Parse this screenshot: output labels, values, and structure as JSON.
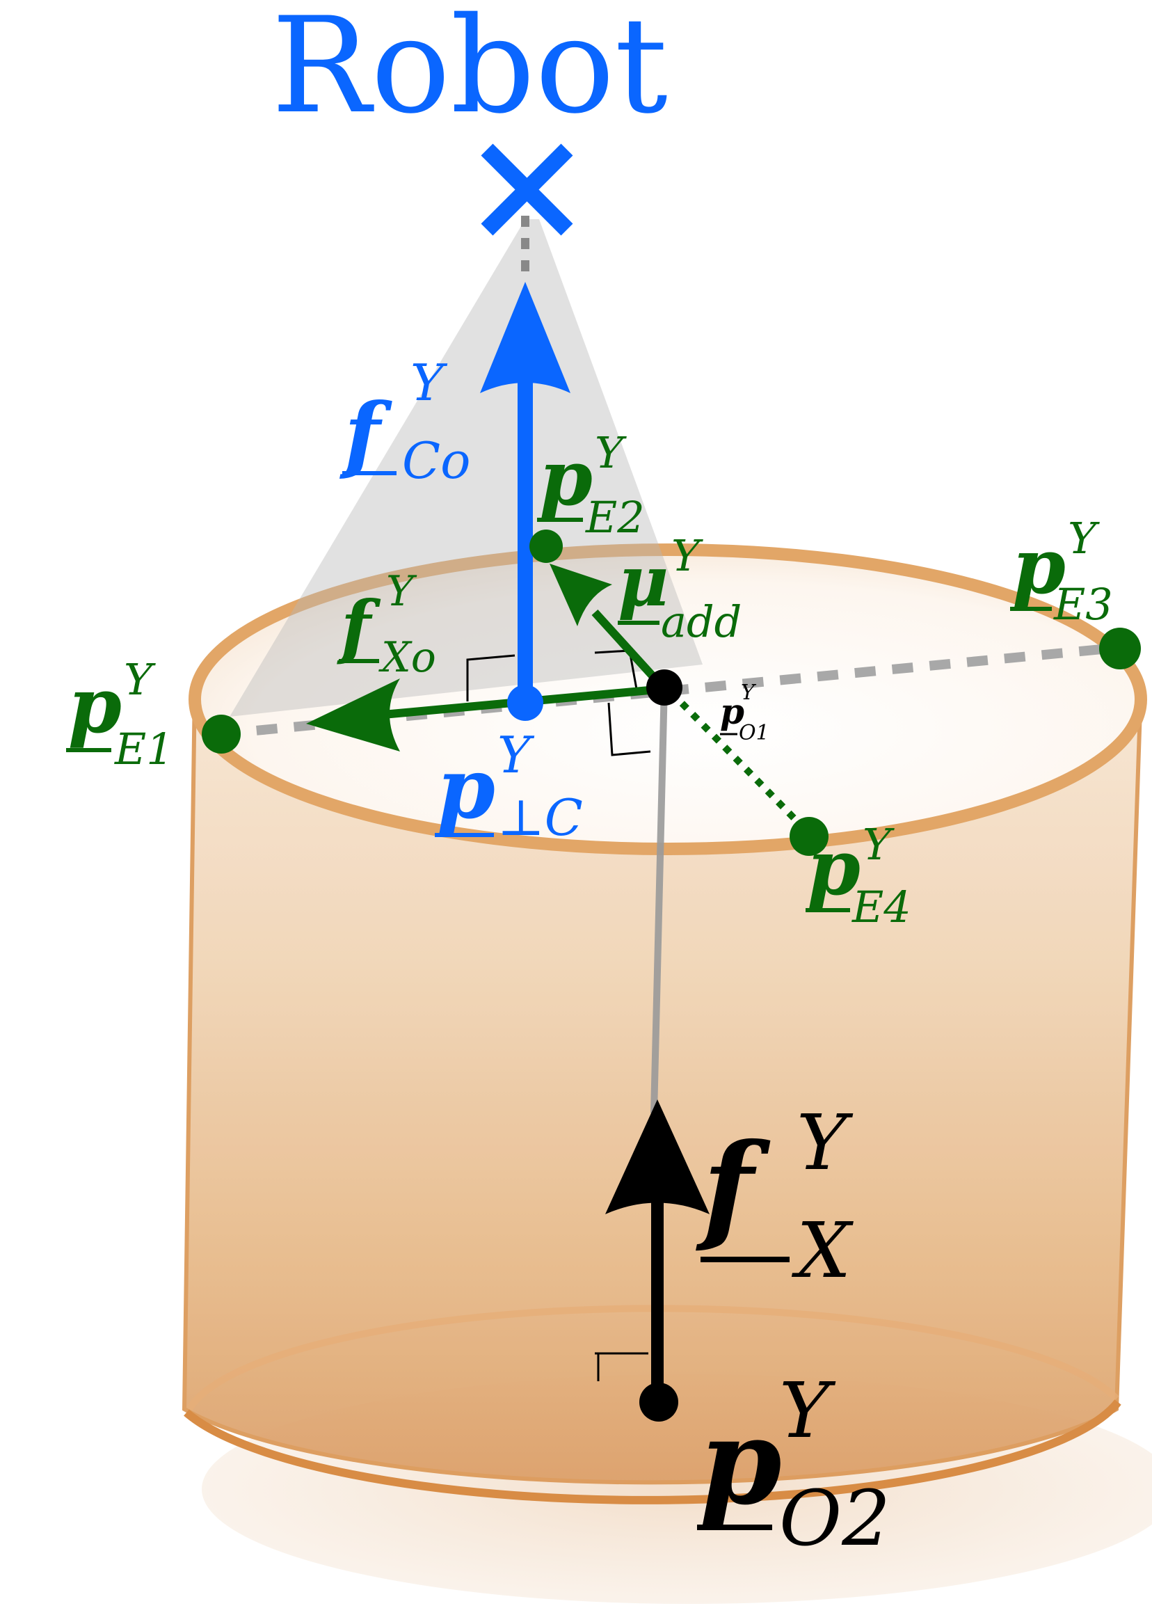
{
  "title": "Robot",
  "robot_marker": "×",
  "colors": {
    "robot_blue": "#0a66ff",
    "green": "#0a6b0a",
    "black": "#000000",
    "cylinder_fill": "#e8b07a",
    "cylinder_edge": "#dc9a5a",
    "cone_gray": "#b8b8b8",
    "dashed_gray": "#a8a8a8"
  },
  "labels": {
    "f_Co": {
      "base": "f",
      "sup": "Y",
      "sub": "Co"
    },
    "f_Xo": {
      "base": "f",
      "sup": "Y",
      "sub": "Xo"
    },
    "p_E1": {
      "base": "p",
      "sup": "Y",
      "sub": "E1"
    },
    "p_E2": {
      "base": "p",
      "sup": "Y",
      "sub": "E2"
    },
    "p_E3": {
      "base": "p",
      "sup": "Y",
      "sub": "E3"
    },
    "p_E4": {
      "base": "p",
      "sup": "Y",
      "sub": "E4"
    },
    "p_perpC": {
      "base": "p",
      "sup": "Y",
      "sub": "⊥C"
    },
    "p_O1": {
      "base": "p",
      "sup": "Y",
      "sub": "O1"
    },
    "mu_add": {
      "base": "μ",
      "sup": "Y",
      "sub": "add"
    },
    "f_X": {
      "base": "f",
      "sup": "Y",
      "sub": "X"
    },
    "p_O2": {
      "base": "p",
      "sup": "Y",
      "sub": "O2"
    }
  }
}
